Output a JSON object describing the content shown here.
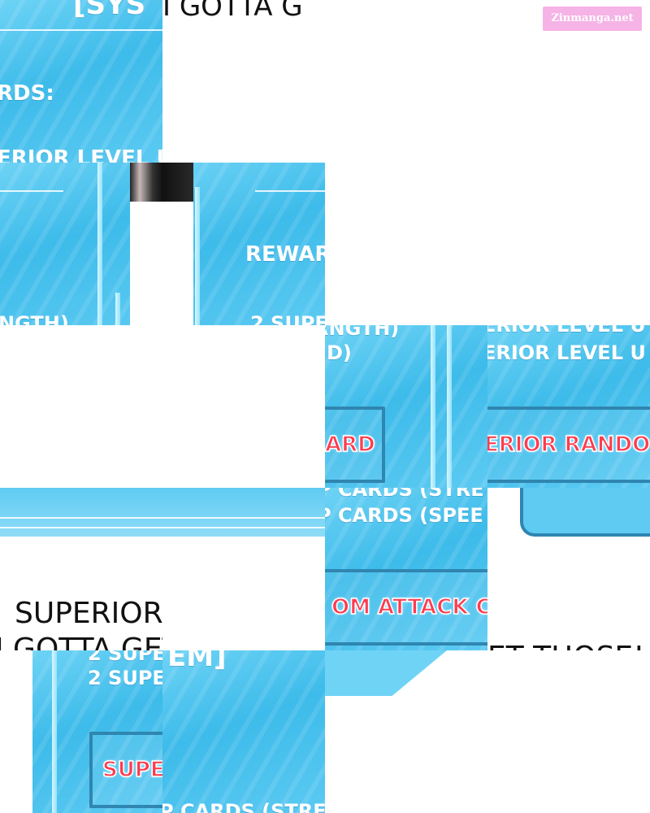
{
  "watermark": "Zinmanga.net",
  "fragments": {
    "t00_header": "[SYS",
    "t00_rewards": "RDS:",
    "t00_level": "ERIOR LEVEL U",
    "t10_top": "I GOTTA G",
    "t11_reward": "REWAR",
    "t11_sub": "2 SUPE",
    "t01_sub": "NGTH)",
    "t12_line1": "RNGTH)",
    "t12_line2": "D)",
    "t12_card": "ARD",
    "t13_line1": "ERIOR LEVEL U",
    "t13_line2": "ERIOR LEVEL U",
    "t13_card": "ERIOR RANDO",
    "t03_dialog1": "SUPERIOR CARDS?!",
    "t03_dialog2": "I GOTTA GET THOSE!",
    "t23_cards1": "P CARDS (STRE",
    "t23_cards2": "P CARDS (SPEE",
    "t23_attack": "OM ATTACK CA",
    "t33_dialog": "ET THOSE!",
    "t04_line1": "2 SUPE",
    "t04_line2": "2 SUPE",
    "t04_card": "SUPE",
    "t14_header": "EM]",
    "t14_bottom": "P CARDS (STRE"
  }
}
